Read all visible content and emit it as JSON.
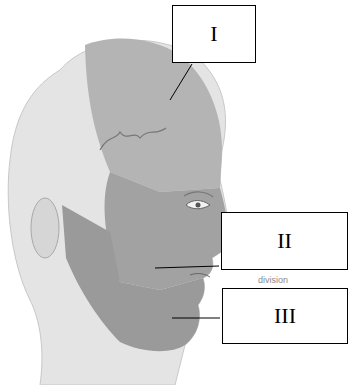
{
  "diagram": {
    "nodes": [
      {
        "text": [
          "I"
        ]
      },
      {
        "text": [
          "II"
        ]
      },
      {
        "text": [
          "III"
        ]
      }
    ],
    "labels": [
      "division"
    ]
  }
}
